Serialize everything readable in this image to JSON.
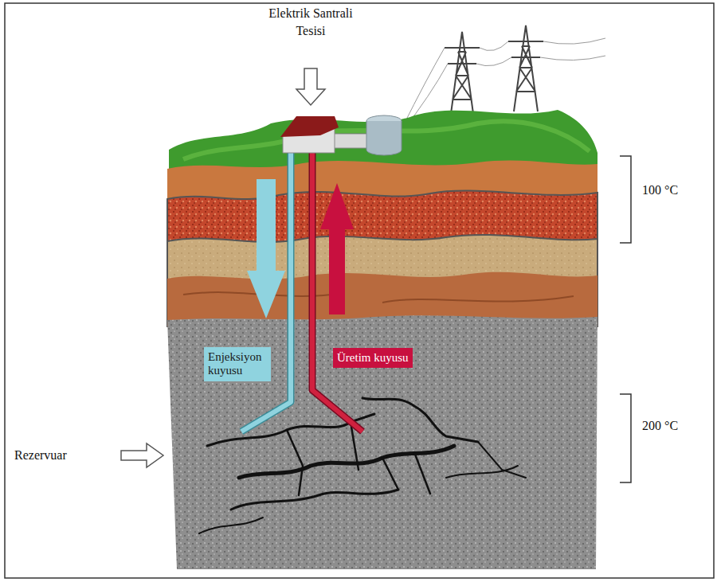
{
  "diagram": {
    "nodes": [
      {
        "text": [
          "Enjeksiyon kuyusu"
        ]
      },
      {
        "text": [
          "Üretim kuyusu"
        ]
      }
    ],
    "labels": [
      "Elektrik Santrali Tesisi",
      "Rezervuar",
      "100 °C",
      "200 °C"
    ]
  }
}
